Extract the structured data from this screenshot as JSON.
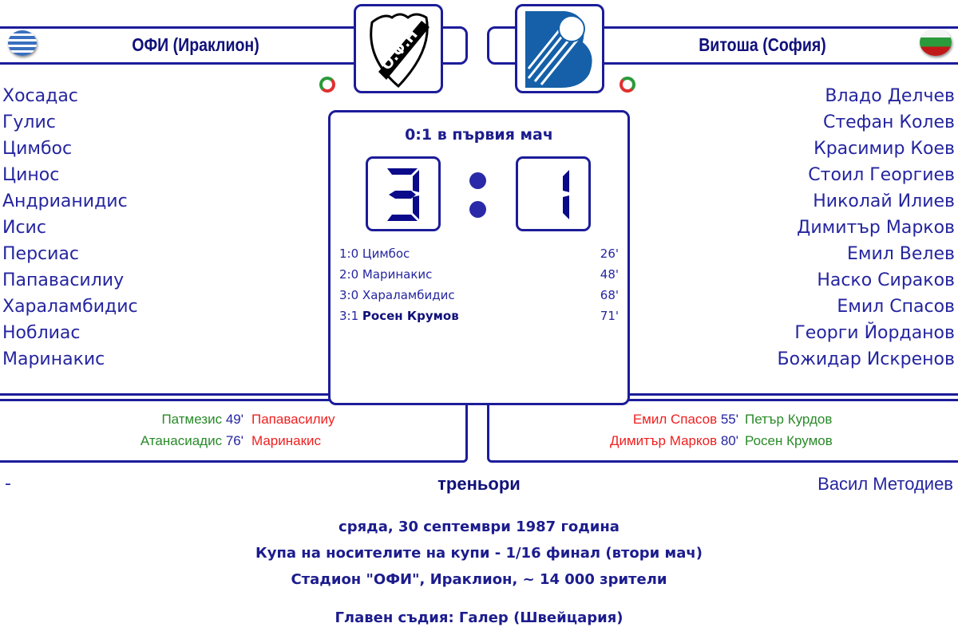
{
  "home": {
    "name": "ОФИ (Ираклион)",
    "flag": "greece-flag",
    "logo_text": "Ο.Φ.Η",
    "players": [
      "Хосадас",
      "Гулис",
      "Цимбос",
      "Цинос",
      "Андрианидис",
      "Исис",
      "Персиас",
      "Папавасилиу",
      "Хараламбидис",
      "Ноблиас",
      "Маринакис"
    ],
    "subs": [
      {
        "in": "Патмезис",
        "minute": "49'",
        "out": "Папавасилиу"
      },
      {
        "in": "Атанасиадис",
        "minute": "76'",
        "out": "Маринакис"
      }
    ],
    "coach": "-"
  },
  "away": {
    "name": "Витоша (София)",
    "flag": "bulgaria-flag",
    "players": [
      "Владо Делчев",
      "Стефан Колев",
      "Красимир Коев",
      "Стоил Георгиев",
      "Николай Илиев",
      "Димитър Марков",
      "Емил Велев",
      "Наско Сираков",
      "Емил Спасов",
      "Георги Йорданов",
      "Божидар Искренов"
    ],
    "subs": [
      {
        "out": "Емил Спасов",
        "minute": "55'",
        "in": "Петър Курдов"
      },
      {
        "out": "Димитър Марков",
        "minute": "80'",
        "in": "Росен Крумов"
      }
    ],
    "coach": "Васил Методиев"
  },
  "score": {
    "first_leg": "0:1 в първия мач",
    "home": 3,
    "away": 1,
    "goals": [
      {
        "score": "1:0",
        "player": "Цимбос",
        "minute": "26'"
      },
      {
        "score": "2:0",
        "player": "Маринакис",
        "minute": "48'"
      },
      {
        "score": "3:0",
        "player": "Хараламбидис",
        "minute": "68'"
      },
      {
        "score": "3:1",
        "player": "Росен Крумов",
        "minute": "71'"
      }
    ]
  },
  "coaches_label": "треньори",
  "info": {
    "date": "сряда, 30 септември 1987 година",
    "competition": "Купа на носителите на купи - 1/16 финал (втори мач)",
    "venue": "Стадион \"ОФИ\", Ираклион, ~ 14 000 зрители",
    "referee": "Главен съдия: Галер (Швейцария)"
  },
  "colors": {
    "navy": "#1c1c9a",
    "sub_in": "#2a8a2a",
    "sub_out": "#f02020"
  }
}
